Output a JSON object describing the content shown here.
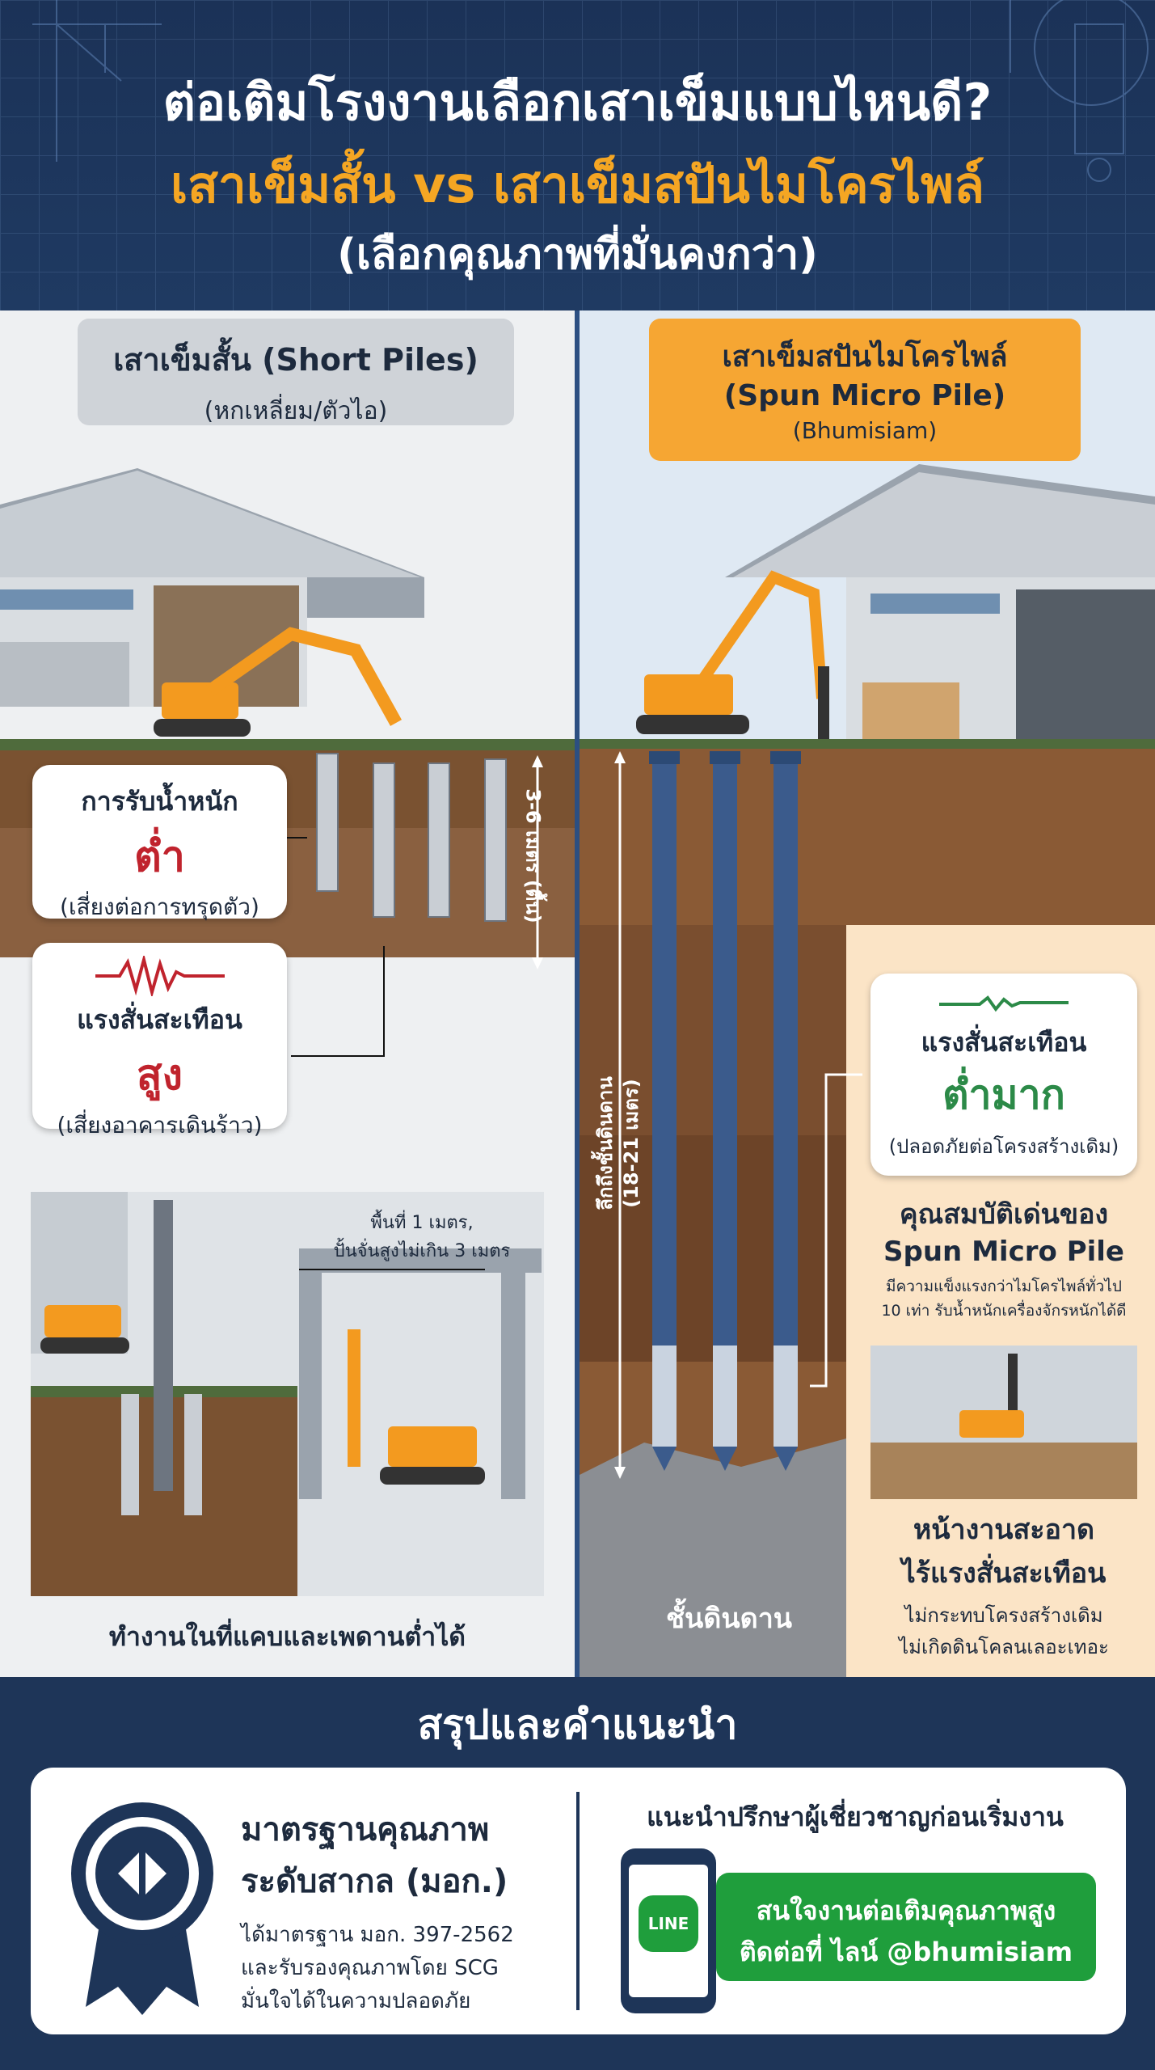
{
  "header": {
    "title_line1": "ต่อเติมโรงงานเลือกเสาเข็มแบบไหนดี?",
    "title_line2": "เสาเข็มสั้น vs เสาเข็มสปันไมโครไพล์",
    "title_line3": "(เลือกคุณภาพที่มั่นคงกว่า)"
  },
  "left": {
    "label_title": "เสาเข็มสั้น (Short Piles)",
    "label_sub": "(หกเหลี่ยม/ตัวไอ)",
    "load_card": {
      "title": "การรับน้ำหนัก",
      "value": "ต่ำ",
      "note": "(เสี่ยงต่อการทรุดตัว)"
    },
    "vib_card": {
      "title": "แรงสั่นสะเทือน",
      "value": "สูง",
      "note": "(เสี่ยงอาคารเดินร้าว)"
    },
    "depth_label": "3-6 เมตร (ตื้น)",
    "space_label_1": "พื้นที่ 1 เมตร,",
    "space_label_2": "ปั้นจั่นสูงไม่เกิน 3 เมตร",
    "caption": "ทำงานในที่แคบและเพดานต่ำได้"
  },
  "right": {
    "label_title": "เสาเข็มสปันไมโครไพล์",
    "label_title_en": "(Spun Micro Pile)",
    "label_sub": "(Bhumisiam)",
    "depth_label_1": "ลึกถึงชั้นดินดาน",
    "depth_label_2": "(18-21 เมตร)",
    "vib_card": {
      "title": "แรงสั่นสะเทือน",
      "value": "ต่ำมาก",
      "note": "(ปลอดภัยต่อโครงสร้างเดิม)"
    },
    "feature_title_1": "คุณสมบัติเด่นของ",
    "feature_title_2": "Spun Micro Pile",
    "feature_text_1": "มีความแข็งแรงกว่าไมโครไพล์ทั่วไป",
    "feature_text_2": "10 เท่า รับน้ำหนักเครื่องจักรหนักได้ดี",
    "clean_title_1": "หน้างานสะอาด",
    "clean_title_2": "ไร้แรงสั่นสะเทือน",
    "clean_text_1": "ไม่กระทบโครงสร้างเดิม",
    "clean_text_2": "ไม่เกิดดินโคลนเลอะเทอะ",
    "bedrock": "ชั้นดินดาน"
  },
  "summary": {
    "title": "สรุปและคำแนะนำ",
    "std_title_1": "มาตรฐานคุณภาพ",
    "std_title_2": "ระดับสากล (มอก.)",
    "std_text_1": "ได้มาตรฐาน มอก. 397-2562",
    "std_text_2": "และรับรองคุณภาพโดย SCG",
    "std_text_3": "มั่นใจได้ในความปลอดภัย",
    "advice": "แนะนำปรึกษาผู้เชี่ยวชาญก่อนเริ่มงาน",
    "line_icon_text": "LINE",
    "contact_1": "สนใจงานต่อเติมคุณภาพสูง",
    "contact_2": "ติดต่อที่ ไลน์ @bhumisiam"
  },
  "colors": {
    "navy": "#1e3558",
    "orange": "#f6a633",
    "red": "#c0232d",
    "green": "#2c8a48",
    "line_green": "#1f9e3c"
  }
}
